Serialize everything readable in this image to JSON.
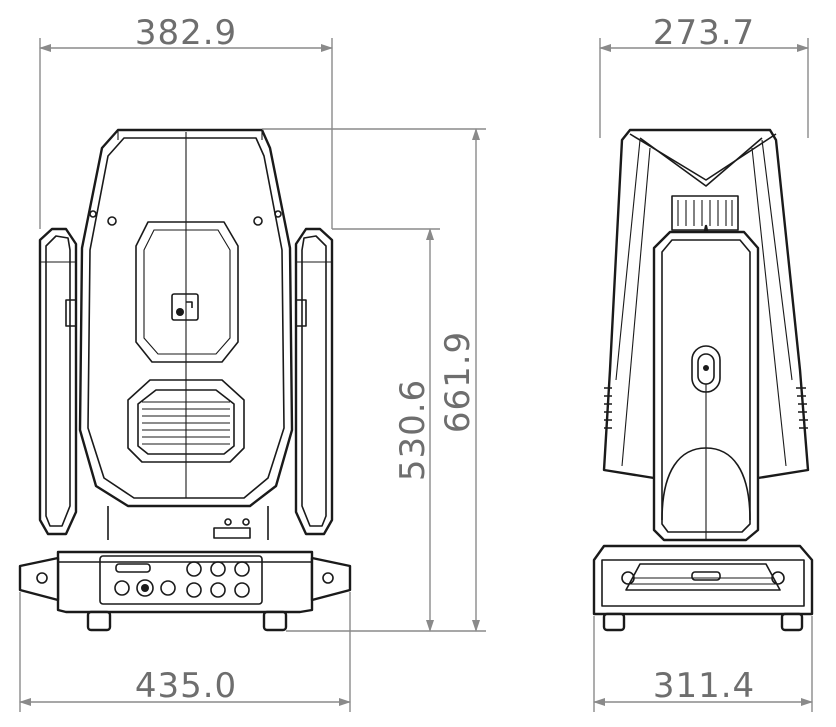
{
  "dimensions": {
    "front_top_width": "382.9",
    "side_top_width": "273.7",
    "front_arm_height": "530.6",
    "front_total_height": "661.9",
    "front_base_width": "435.0",
    "side_base_width": "311.4"
  }
}
